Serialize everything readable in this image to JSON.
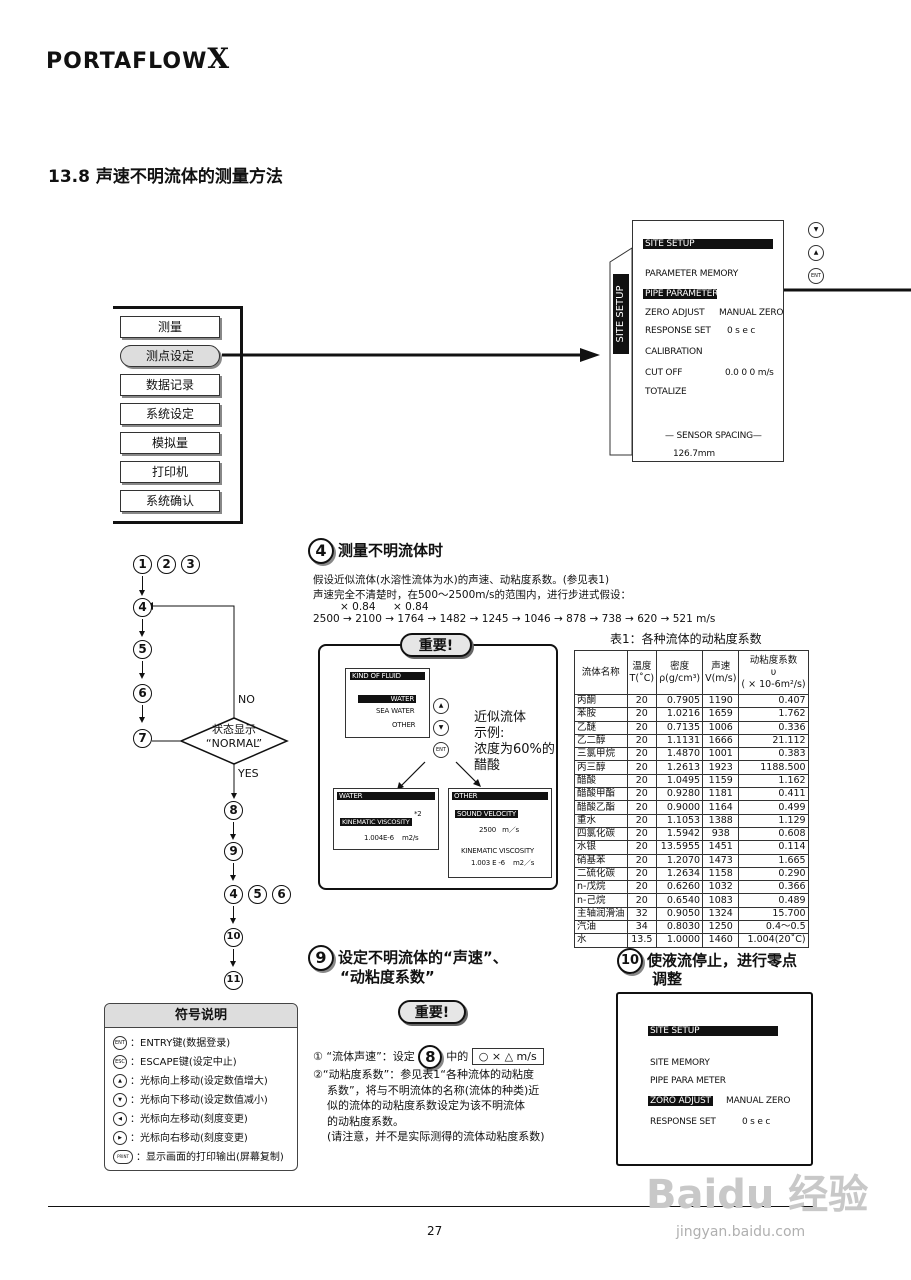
{
  "header": {
    "logo": "PORTAFLOW",
    "logo_x": "X"
  },
  "section_title": "13.8  声速不明流体的测量方法",
  "menu": {
    "items": [
      "测量",
      "测点设定",
      "数据记录",
      "系统设定",
      "模拟量",
      "打印机",
      "系统确认"
    ],
    "active_index": 1
  },
  "site_setup_screen": {
    "side_tab": "SITE SETUP",
    "title": "SITE SETUP",
    "rows": [
      "PARAMETER MEMORY",
      "PIPE PARAMETER",
      "ZERO ADJUST",
      "RESPONSE SET",
      "CALIBRATION",
      "CUT OFF",
      "TOTALIZE"
    ],
    "zero_adjust_value": "MANUAL ZERO",
    "response_value": "0 s e c",
    "cutoff_value": "0.0 0 0",
    "cutoff_unit": "m/s",
    "sensor_label": "— SENSOR SPACING—",
    "sensor_value": "126.7mm",
    "ent_label": "ENT"
  },
  "flow": {
    "steps_top": [
      "1",
      "2",
      "3"
    ],
    "no_label": "NO",
    "yes_label": "YES",
    "decision_line1": "状态显示",
    "decision_line2": "“NORMAL”",
    "steps_bottom_group": [
      "4",
      "5",
      "6"
    ]
  },
  "step4": {
    "number": "4",
    "title": "测量不明流体时",
    "line1": "假设近似流体(水溶性流体为水)的声速、动粘度系数。(参见表1)",
    "line2": "声速完全不清楚时，在500～2500m/s的范围内，进行步进式假设：",
    "mult1": "× 0.84",
    "mult2": "× 0.84",
    "sequence": "2500 → 2100 → 1764 → 1482 → 1245 → 1046 → 878 → 738 → 620 → 521 m/s"
  },
  "important_label": "重要!",
  "fluid_screens": {
    "kind_title": "KIND OF FLUID",
    "kind_opts": [
      "WATER",
      "SEA WATER",
      "OTHER"
    ],
    "water_title": "WATER",
    "water_kv_label": "KINEMATIC VISCOSITY",
    "water_note": "*2",
    "water_kv_value": "1.004E-6",
    "water_kv_unit": "m2/s",
    "other_title": "OTHER",
    "other_sv_label": "SOUND VELOCITY",
    "other_sv_value": "2500",
    "other_sv_unit": "m／s",
    "other_kv_label": "KINEMATIC VISCOSITY",
    "other_kv_value": "1.003 E -6",
    "other_kv_unit": "m2／s",
    "example_lines": [
      "近似流体",
      "示例:",
      "浓度为60%的",
      "醋酸"
    ]
  },
  "table1": {
    "caption": "表1：各种流体的动粘度系数",
    "headers": [
      "流体名称",
      "温度\nT(˚C)",
      "密度\nρ(g/cm³)",
      "声速\nV(m/s)",
      "动粘度系数\nυ\n( × 10-6m²/s)"
    ],
    "rows": [
      [
        "丙酮",
        "20",
        "0.7905",
        "1190",
        "0.407"
      ],
      [
        "苯胺",
        "20",
        "1.0216",
        "1659",
        "1.762"
      ],
      [
        "乙醚",
        "20",
        "0.7135",
        "1006",
        "0.336"
      ],
      [
        "乙二醇",
        "20",
        "1.1131",
        "1666",
        "21.112"
      ],
      [
        "三氯甲烷",
        "20",
        "1.4870",
        "1001",
        "0.383"
      ],
      [
        "丙三醇",
        "20",
        "1.2613",
        "1923",
        "1188.500"
      ],
      [
        "醋酸",
        "20",
        "1.0495",
        "1159",
        "1.162"
      ],
      [
        "醋酸甲酯",
        "20",
        "0.9280",
        "1181",
        "0.411"
      ],
      [
        "醋酸乙酯",
        "20",
        "0.9000",
        "1164",
        "0.499"
      ],
      [
        "重水",
        "20",
        "1.1053",
        "1388",
        "1.129"
      ],
      [
        "四氯化碳",
        "20",
        "1.5942",
        "938",
        "0.608"
      ],
      [
        "水银",
        "20",
        "13.5955",
        "1451",
        "0.114"
      ],
      [
        "硝基苯",
        "20",
        "1.2070",
        "1473",
        "1.665"
      ],
      [
        "二硫化碳",
        "20",
        "1.2634",
        "1158",
        "0.290"
      ],
      [
        "n-戊烷",
        "20",
        "0.6260",
        "1032",
        "0.366"
      ],
      [
        "n-己烷",
        "20",
        "0.6540",
        "1083",
        "0.489"
      ],
      [
        "主轴润滑油",
        "32",
        "0.9050",
        "1324",
        "15.700"
      ],
      [
        "汽油",
        "34",
        "0.8030",
        "1250",
        "0.4～0.5"
      ],
      [
        "水",
        "13.5",
        "1.0000",
        "1460",
        "1.004(20˚C)"
      ]
    ]
  },
  "step9": {
    "number": "9",
    "title_line1": "设定不明流体的“声速”、",
    "title_line2": "“动粘度系数”",
    "note1_num": "①",
    "note1_text": "“流体声速”：设定",
    "note1_step": "8",
    "note1_mid": "中的",
    "note1_box": "○ × △  m/s",
    "note2_num": "②",
    "note2_lines": [
      "“动粘度系数”：参见表1“各种流体的动粘度",
      "系数”，将与不明流体的名称(流体的种类)近",
      "似的流体的动粘度系数设定为该不明流体",
      "的动粘度系数。",
      "(请注意，并不是实际测得的流体动粘度系数)"
    ]
  },
  "step10": {
    "number": "10",
    "title_line1": "使液流停止，进行零点",
    "title_line2": "调整",
    "screen_title": "SITE SETUP",
    "rows": [
      "SITE MEMORY",
      "PIPE PARA METER",
      "ZORO ADJUST",
      "RESPONSE SET"
    ],
    "zero_value": "MANUAL ZERO",
    "response_value": "0  s e c"
  },
  "legend": {
    "title": "符号说明",
    "items": [
      {
        "icon": "ENT",
        "text": "：ENTRY键(数据登录)"
      },
      {
        "icon": "ESC",
        "text": "：ESCAPE键(设定中止)"
      },
      {
        "icon": "▲",
        "text": "：光标向上移动(设定数值增大)"
      },
      {
        "icon": "▼",
        "text": "：光标向下移动(设定数值减小)"
      },
      {
        "icon": "◀",
        "text": "：光标向左移动(刻度变更)"
      },
      {
        "icon": "▶",
        "text": "：光标向右移动(刻度变更)"
      },
      {
        "icon": "PRINT",
        "text": "：显示画面的打印输出(屏幕复制)"
      }
    ]
  },
  "page_number": "27",
  "watermark": "Baidu 经验",
  "watermark_sub": "jingyan.baidu.com"
}
